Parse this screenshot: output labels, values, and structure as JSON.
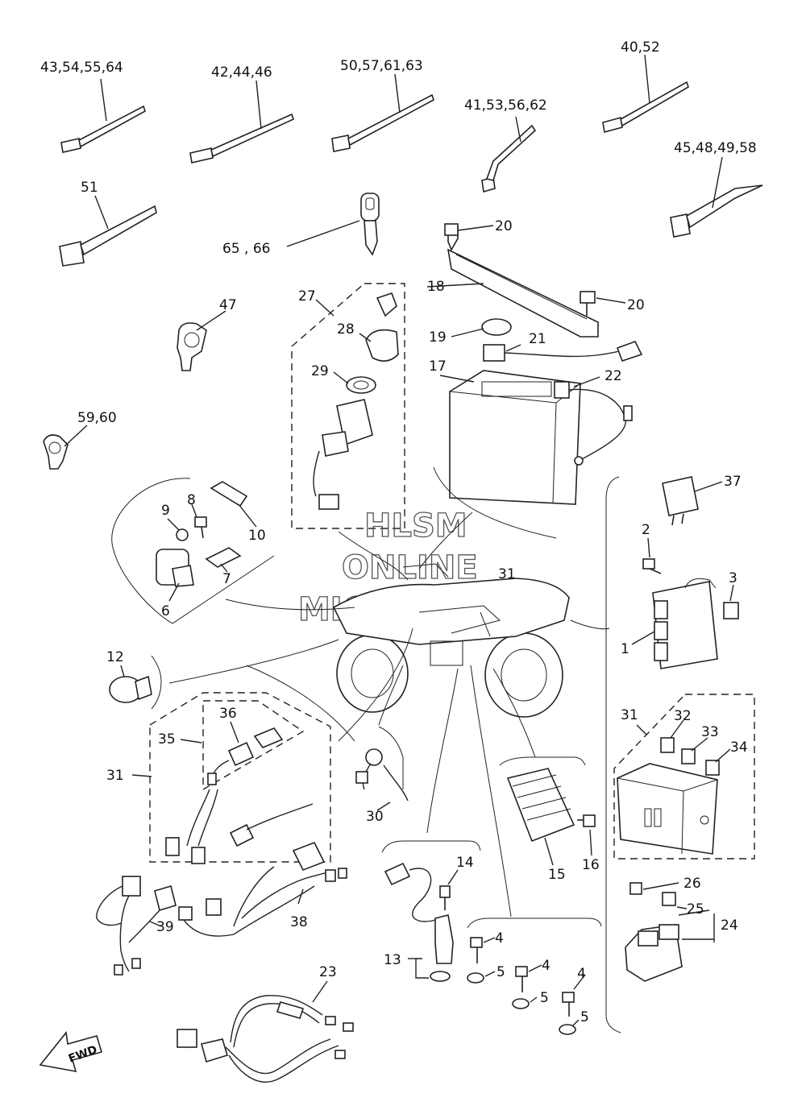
{
  "callouts": {
    "c_43_54_55_64": "43,54,55,64",
    "c_42_44_46": "42,44,46",
    "c_50_57_61_63": "50,57,61,63",
    "c_41_53_56_62": "41,53,56,62",
    "c_40_52": "40,52",
    "c_45_48_49_58": "45,48,49,58",
    "c_51": "51",
    "c_65_66": "65 , 66",
    "c_20a": "20",
    "c_18": "18",
    "c_20b": "20",
    "c_47": "47",
    "c_27": "27",
    "c_28": "28",
    "c_19": "19",
    "c_21": "21",
    "c_29": "29",
    "c_17": "17",
    "c_22": "22",
    "c_59_60": "59,60",
    "c_37": "37",
    "c_8": "8",
    "c_9": "9",
    "c_10": "10",
    "c_2": "2",
    "c_7": "7",
    "c_3": "3",
    "c_6": "6",
    "c_31a": "31",
    "c_1": "1",
    "c_12": "12",
    "c_36": "36",
    "c_31b": "31",
    "c_32": "32",
    "c_33": "33",
    "c_34": "34",
    "c_35": "35",
    "c_31c": "31",
    "c_30": "30",
    "c_15": "15",
    "c_16": "16",
    "c_14": "14",
    "c_26": "26",
    "c_25": "25",
    "c_24": "24",
    "c_39": "39",
    "c_38": "38",
    "c_4a": "4",
    "c_13": "13",
    "c_4b": "4",
    "c_5a": "5",
    "c_4c": "4",
    "c_5b": "5",
    "c_5c": "5",
    "c_23": "23"
  },
  "watermark": {
    "line1": "HLSM",
    "line2": "ONLINE",
    "line3": "MICROFICHE"
  },
  "fwd_arrow": "FWD"
}
